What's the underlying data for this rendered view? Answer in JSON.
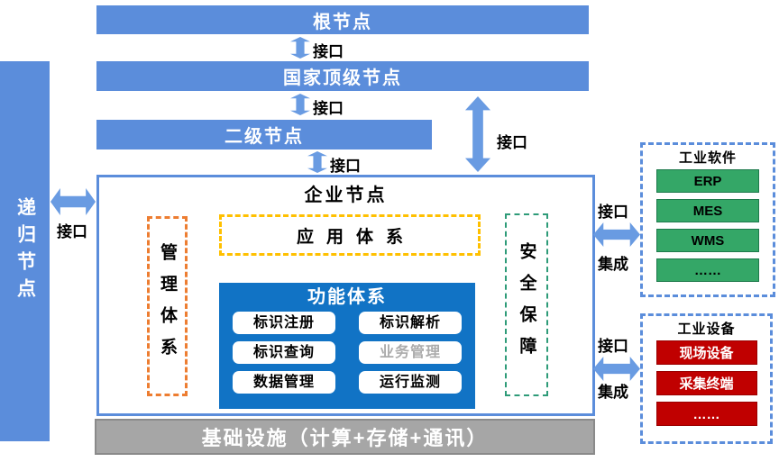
{
  "nodes": {
    "root": {
      "label": "根节点"
    },
    "national": {
      "label": "国家顶级节点"
    },
    "secondary": {
      "label": "二级节点"
    },
    "enterprise": {
      "label": "企业节点"
    },
    "recursive": {
      "label": "递归节点"
    },
    "infrastructure": {
      "label": "基础设施（计算+存储+通讯）"
    }
  },
  "connectors": {
    "interface_label": "接口",
    "integration_label": "集成"
  },
  "enterprise": {
    "management_system": "管理体系",
    "application_system": "应用体系",
    "security_system": "安全保障",
    "function_system": {
      "title": "功能体系",
      "buttons": [
        "标识注册",
        "标识解析",
        "标识查询",
        "业务管理",
        "数据管理",
        "运行监测"
      ]
    }
  },
  "industrial_software": {
    "title": "工业软件",
    "items": [
      "ERP",
      "MES",
      "WMS",
      "……"
    ]
  },
  "industrial_equipment": {
    "title": "工业设备",
    "items": [
      "现场设备",
      "采集终端",
      "……"
    ]
  },
  "colors": {
    "node_blue": "#5B8DDB",
    "arrow_blue": "#699BE2",
    "function_blue": "#1173C5",
    "management_orange": "#ED7D31",
    "application_gold": "#FFC000",
    "security_green": "#2E9B78",
    "software_green": "#34A767",
    "equipment_red": "#C00000",
    "infrastructure_gray": "#A6A6A6"
  }
}
